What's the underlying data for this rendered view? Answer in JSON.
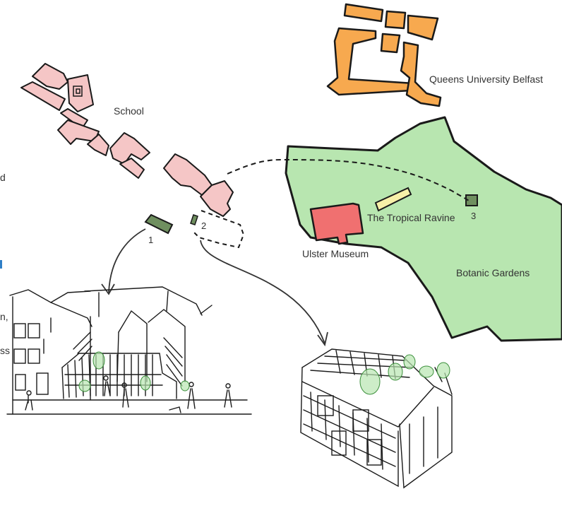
{
  "labels": {
    "queens": "Queens University Belfast",
    "school": "School",
    "ravine": "The Tropical Ravine",
    "museum": "Ulster Museum",
    "gardens": "Botanic Gardens",
    "site1": "1",
    "site2": "2",
    "site3": "3"
  },
  "left_edge_fragments": {
    "d": "d",
    "n": "n,",
    "ss": "ss"
  },
  "colors": {
    "school_fill": "#f5c6c6",
    "university_fill": "#f7a94f",
    "gardens_fill": "#b8e6b0",
    "museum_fill": "#f07070",
    "ravine_fill": "#f7f0a8",
    "site_fill": "#6f8f5f",
    "accent_blue": "#2f7fc7",
    "ink": "#1a1a1a"
  }
}
